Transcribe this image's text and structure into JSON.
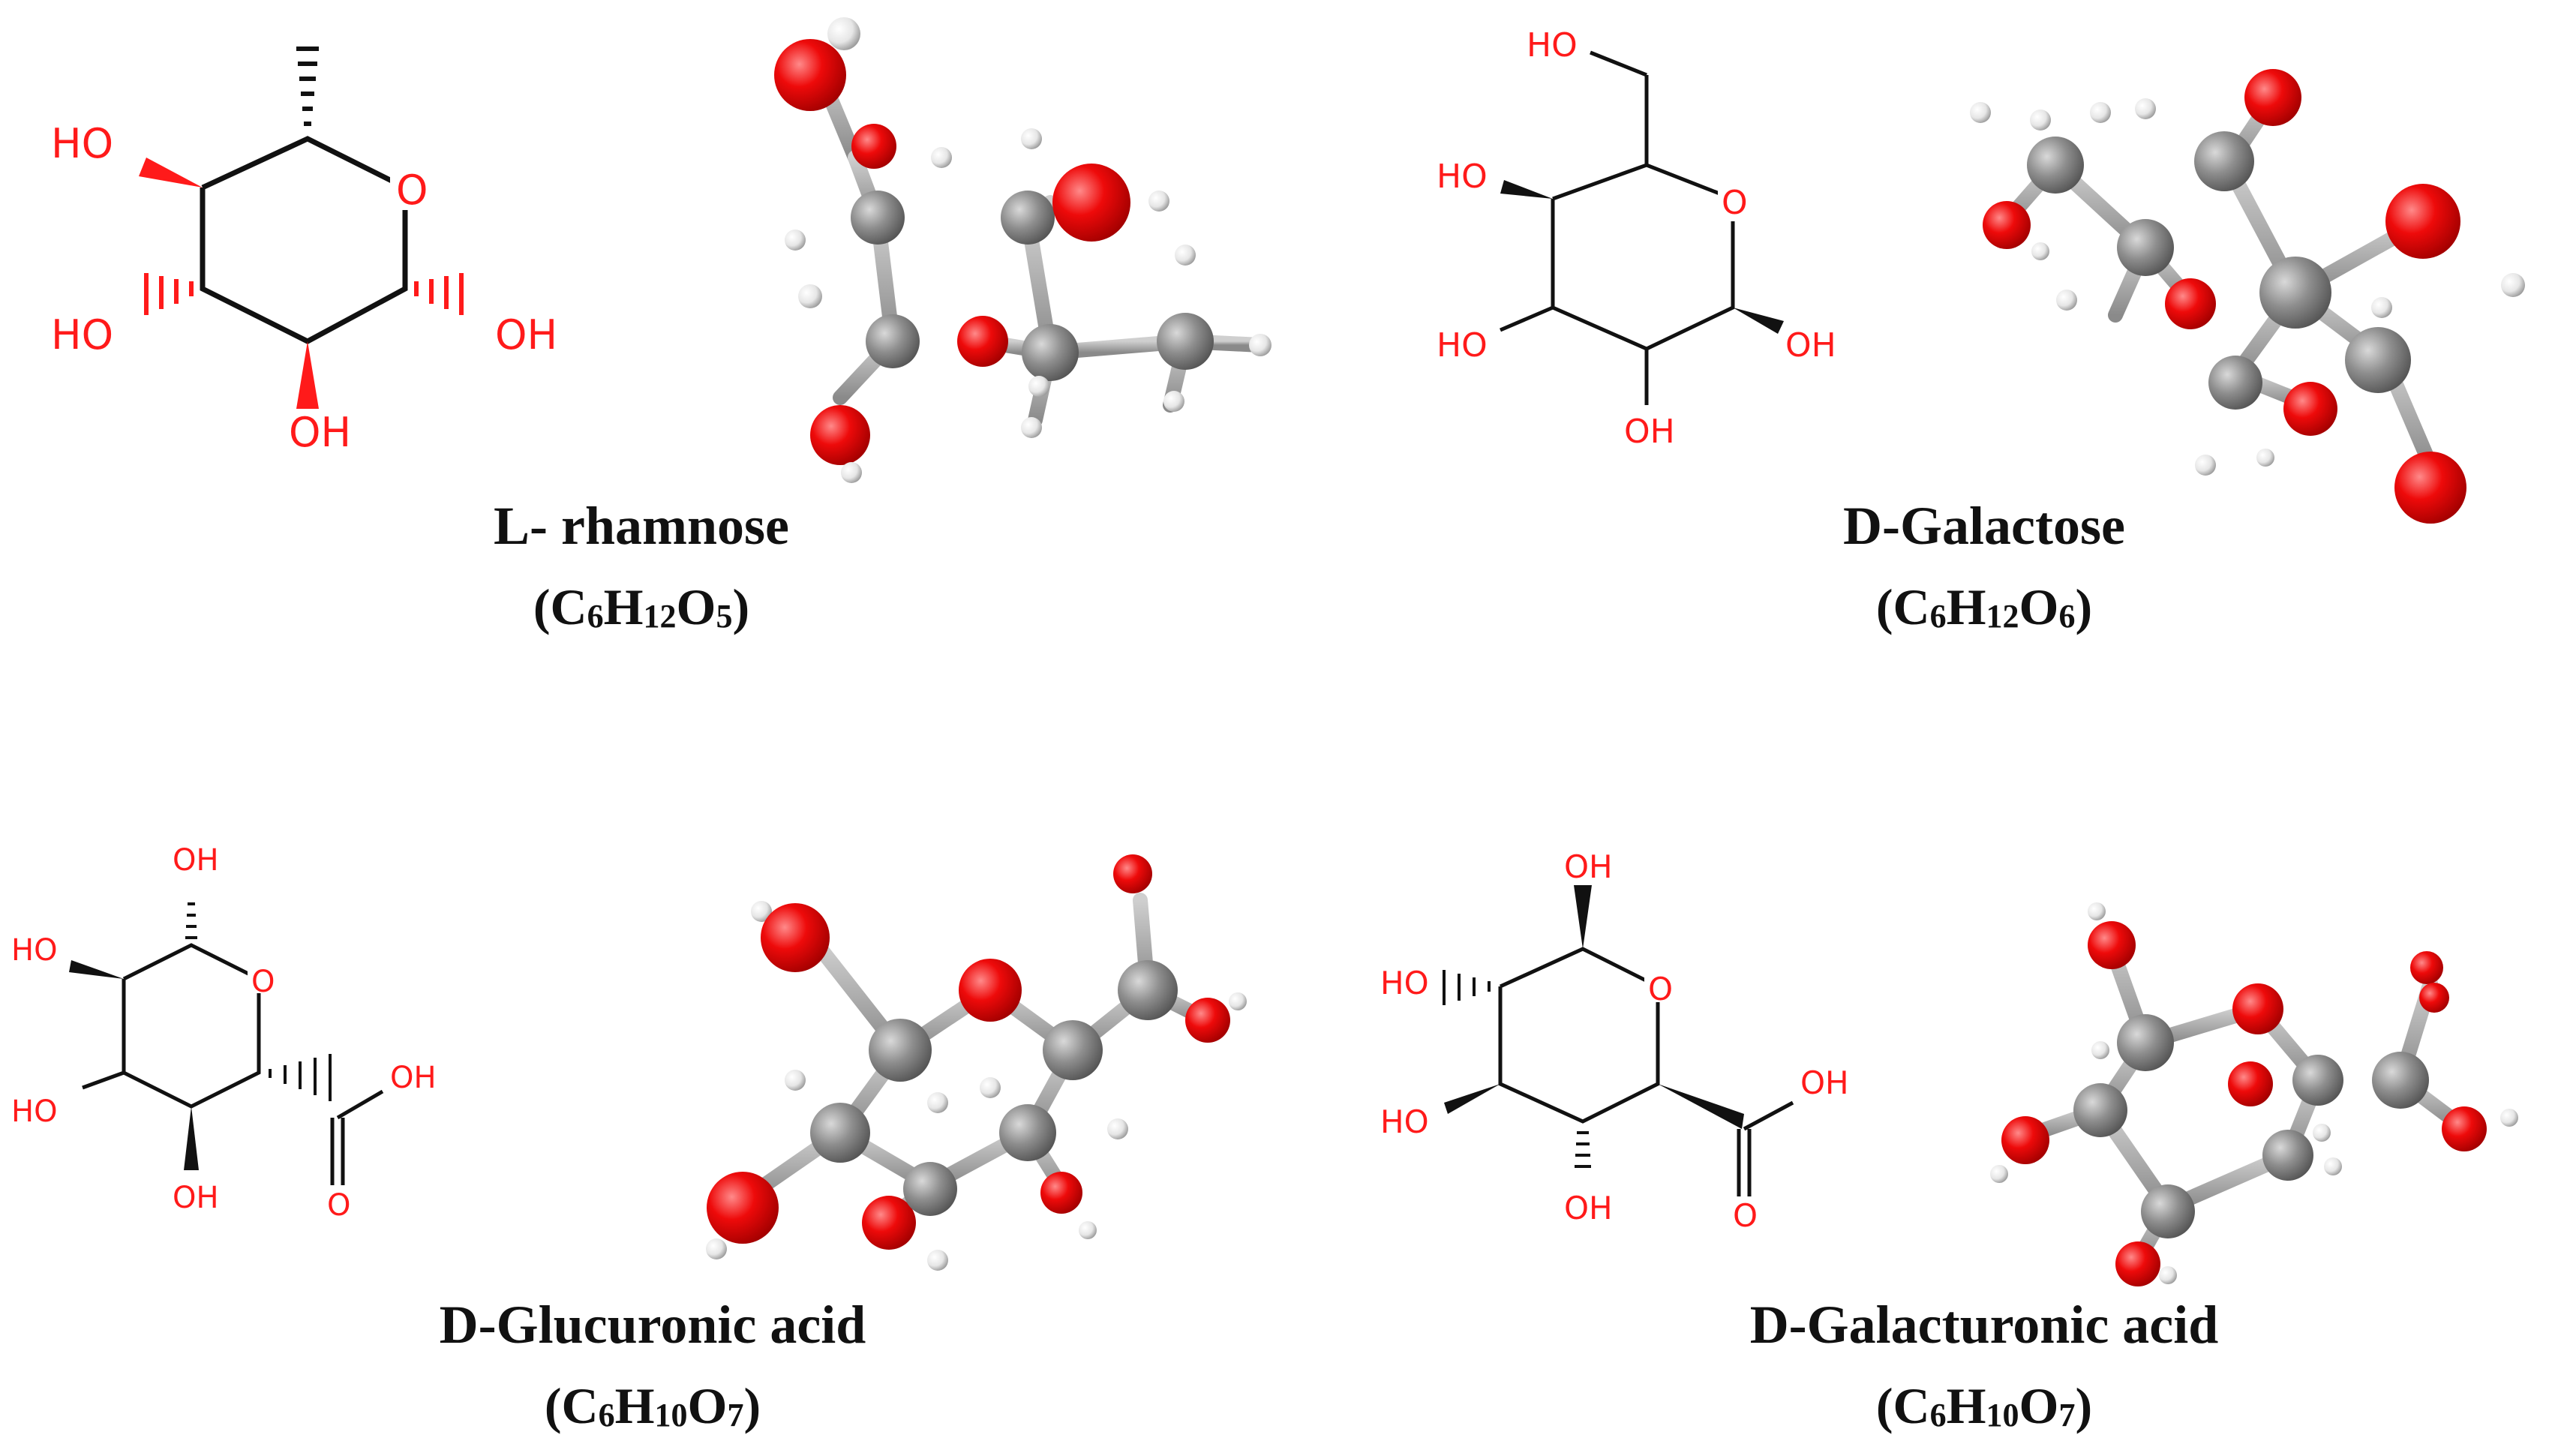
{
  "molecules": [
    {
      "name": "L- rhamnose",
      "formula": {
        "open": "(C",
        "n1": "6",
        "mid1": "H",
        "n2": "12",
        "mid2": "O",
        "n3": "5",
        "close": ")"
      },
      "labels": {
        "ho_a": "HO",
        "ho_b": "HO",
        "oh_a": "OH",
        "oh_b": "OH",
        "ring_o": "O"
      }
    },
    {
      "name": "D-Galactose",
      "formula": {
        "open": "(C",
        "n1": "6",
        "mid1": "H",
        "n2": "12",
        "mid2": "O",
        "n3": "6",
        "close": ")"
      },
      "labels": {
        "ho_top": "HO",
        "ho_a": "HO",
        "ho_b": "HO",
        "oh_a": "OH",
        "oh_b": "OH",
        "ring_o": "O"
      }
    },
    {
      "name": "D-Glucuronic acid",
      "formula": {
        "open": "(C",
        "n1": "6",
        "mid1": "H",
        "n2": "10",
        "mid2": "O",
        "n3": "7",
        "close": ")"
      },
      "labels": {
        "oh_top": "OH",
        "ho_a": "HO",
        "ho_b": "HO",
        "oh_bot": "OH",
        "oh_acid": "OH",
        "o_acid": "O",
        "ring_o": "O"
      }
    },
    {
      "name": "D-Galacturonic acid",
      "formula": {
        "open": "(C",
        "n1": "6",
        "mid1": "H",
        "n2": "10",
        "mid2": "O",
        "n3": "7",
        "close": ")"
      },
      "labels": {
        "oh_top": "OH",
        "ho_a": "HO",
        "ho_b": "HO",
        "oh_bot": "OH",
        "oh_acid": "OH",
        "o_acid": "O",
        "ring_o": "O"
      }
    }
  ],
  "colors": {
    "oxygen": "#ff1a1a",
    "carbon": "#8c8c8c",
    "hydrogen": "#f0f0f0",
    "bond": "#111111"
  }
}
